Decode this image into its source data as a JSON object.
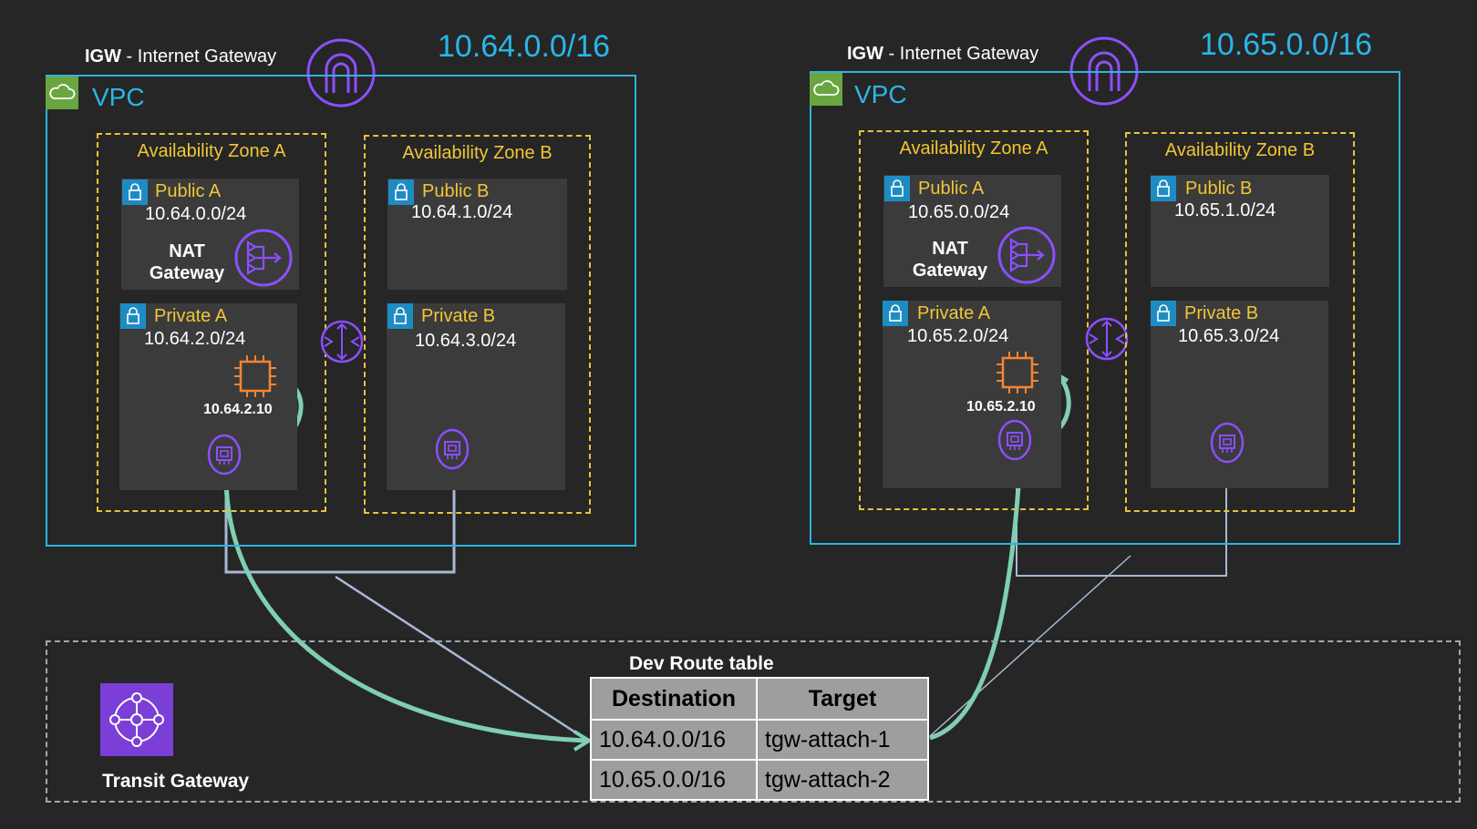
{
  "left_vpc": {
    "igw_label_bold": "IGW",
    "igw_label_rest": " - Internet Gateway",
    "cidr": "10.64.0.0/16",
    "vpc_label": "VPC",
    "az_a": {
      "label": "Availability Zone A",
      "public": {
        "name": "Public A",
        "cidr": "10.64.0.0/24"
      },
      "nat_label": "NAT Gateway",
      "private": {
        "name": "Private A",
        "cidr": "10.64.2.0/24"
      },
      "instance_ip": "10.64.2.10"
    },
    "az_b": {
      "label": "Availability Zone B",
      "public": {
        "name": "Public B",
        "cidr": "10.64.1.0/24"
      },
      "private": {
        "name": "Private B",
        "cidr": "10.64.3.0/24"
      }
    }
  },
  "right_vpc": {
    "igw_label_bold": "IGW",
    "igw_label_rest": " - Internet Gateway",
    "cidr": "10.65.0.0/16",
    "vpc_label": "VPC",
    "az_a": {
      "label": "Availability Zone A",
      "public": {
        "name": "Public A",
        "cidr": "10.65.0.0/24"
      },
      "nat_label": "NAT Gateway",
      "private": {
        "name": "Private A",
        "cidr": "10.65.2.0/24"
      },
      "instance_ip": "10.65.2.10"
    },
    "az_b": {
      "label": "Availability Zone B",
      "public": {
        "name": "Public B",
        "cidr": "10.65.1.0/24"
      },
      "private": {
        "name": "Private B",
        "cidr": "10.65.3.0/24"
      }
    }
  },
  "transit_gateway": {
    "label": "Transit Gateway"
  },
  "route_table": {
    "title": "Dev Route table",
    "headers": [
      "Destination",
      "Target"
    ],
    "rows": [
      [
        "10.64.0.0/16",
        "tgw-attach-1"
      ],
      [
        "10.65.0.0/16",
        "tgw-attach-2"
      ]
    ]
  },
  "colors": {
    "background": "#262626",
    "vpc_border": "#2fb3e0",
    "az_border": "#e8c33a",
    "icon_purple": "#8c4fff",
    "ec2_orange": "#f58536",
    "flow_teal": "#7fcfb0",
    "flow_blue": "#a7b8d4"
  }
}
